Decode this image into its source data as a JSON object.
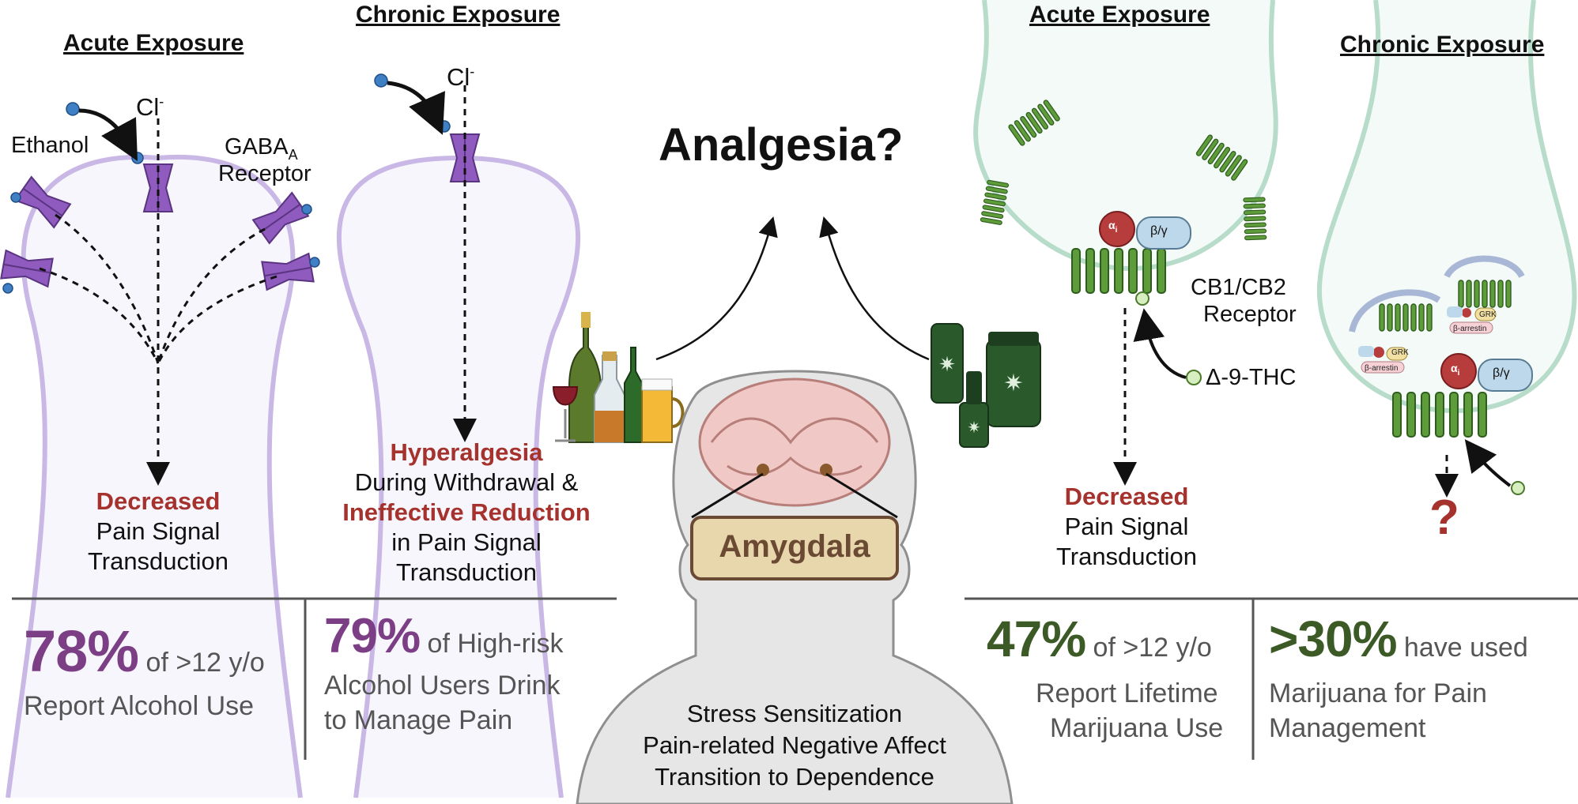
{
  "alcohol": {
    "acute_header": "Acute Exposure",
    "chronic_header": "Chronic Exposure",
    "chloride": "Cl",
    "chloride_sup": "-",
    "ethanol": "Ethanol",
    "receptor_line1": "GABA",
    "receptor_sub": "A",
    "receptor_line2": "Receptor",
    "acute_outcome_red": "Decreased",
    "acute_outcome_1": "Pain Signal",
    "acute_outcome_2": "Transduction",
    "chronic_outcome_red1": "Hyperalgesia",
    "chronic_outcome_1": "During Withdrawal &",
    "chronic_outcome_red2": "Ineffective Reduction",
    "chronic_outcome_2": "in Pain Signal",
    "chronic_outcome_3": "Transduction",
    "stat1_pct": "78%",
    "stat1_rest": " of >12 y/o",
    "stat1_line2": "Report Alcohol Use",
    "stat2_pct": "79%",
    "stat2_rest": " of High-risk",
    "stat2_line2": "Alcohol Users Drink",
    "stat2_line3": "to Manage Pain"
  },
  "center": {
    "question": "Analgesia?",
    "amygdala": "Amygdala",
    "effect1": "Stress Sensitization",
    "effect2": "Pain-related Negative Affect",
    "effect3": "Transition to Dependence"
  },
  "cannabis": {
    "acute_header": "Acute Exposure",
    "chronic_header": "Chronic Exposure",
    "gi_label": "α",
    "gi_sub": "i",
    "gbg_label": "β/γ",
    "receptor_line1": "CB1/CB2",
    "receptor_line2": "Receptor",
    "thc": "Δ-9-THC",
    "grk": "GRK",
    "arrestin": "β-arrestin",
    "acute_outcome_red": "Decreased",
    "acute_outcome_1": "Pain Signal",
    "acute_outcome_2": "Transduction",
    "chronic_outcome": "?",
    "stat1_pct": "47%",
    "stat1_rest": " of >12 y/o",
    "stat1_line2": "Report Lifetime",
    "stat1_line3": "Marijuana Use",
    "stat2_pct": ">30%",
    "stat2_rest": "  have used",
    "stat2_line2": "Marijuana for Pain",
    "stat2_line3": "Management"
  },
  "colors": {
    "neuron_purple": "#c9b7e6",
    "neuron_green": "#b8dcca",
    "receptor_purple": "#8f5bbf",
    "receptor_green": "#5e9b3a",
    "ethanol_blue": "#3f7fc4",
    "alcohol_stat": "#7c3f86",
    "cannabis_stat": "#3c5a26",
    "red_text": "#a5322d"
  }
}
